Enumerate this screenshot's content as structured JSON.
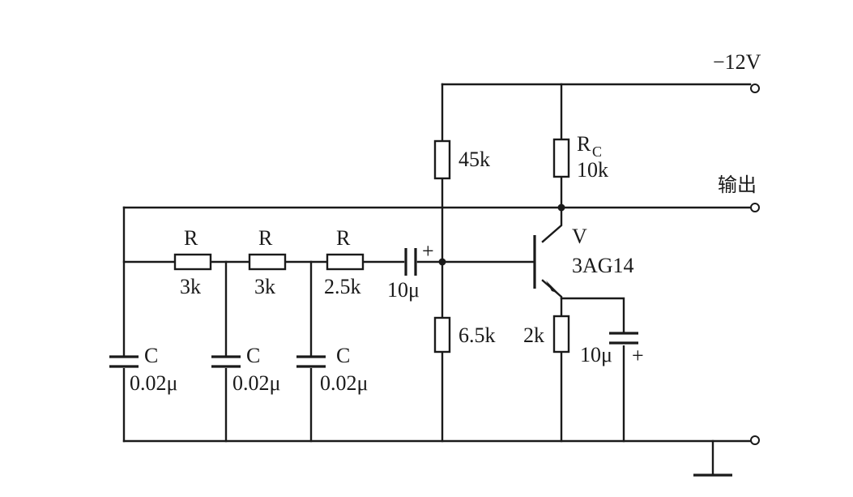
{
  "labels": {
    "supply": "−12V",
    "output": "输出",
    "r_top_bias": "45k",
    "r_collector_name": "R",
    "r_collector_sub": "C",
    "r_collector_value": "10k",
    "transistor_name": "V",
    "transistor_type": "3AG14",
    "r_bottom_bias": "6.5k",
    "r_emitter": "2k",
    "c_coupling": "10μ",
    "c_coupling_plus": "+",
    "c_emitter": "10μ",
    "c_emitter_plus": "+",
    "r1_name": "R",
    "r1_value": "3k",
    "r2_name": "R",
    "r2_value": "3k",
    "r3_name": "R",
    "r3_value": "2.5k",
    "c1_name": "C",
    "c1_value": "0.02μ",
    "c2_name": "C",
    "c2_value": "0.02μ",
    "c3_name": "C",
    "c3_value": "0.02μ"
  }
}
